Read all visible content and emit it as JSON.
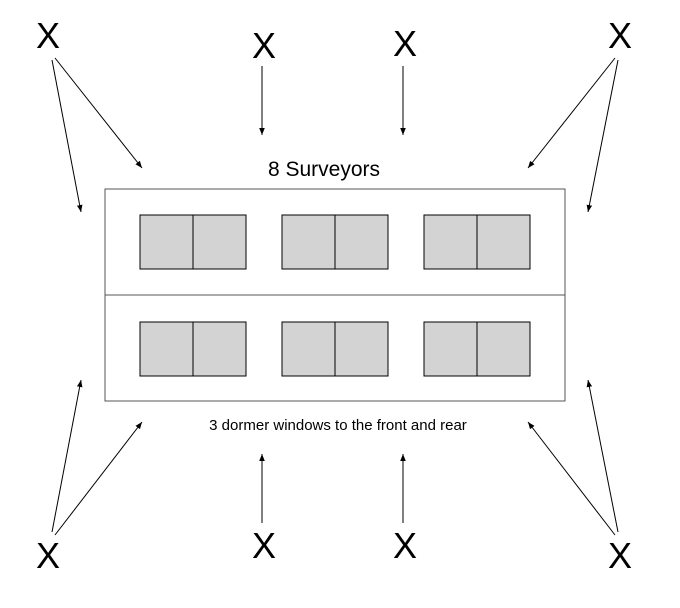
{
  "title": "8 Surveyors",
  "caption": "3 dormer windows to the front and rear",
  "surveyor_marker": "X",
  "colors": {
    "window_fill": "#d3d3d3",
    "line": "#000000",
    "building_outline": "#555555"
  }
}
